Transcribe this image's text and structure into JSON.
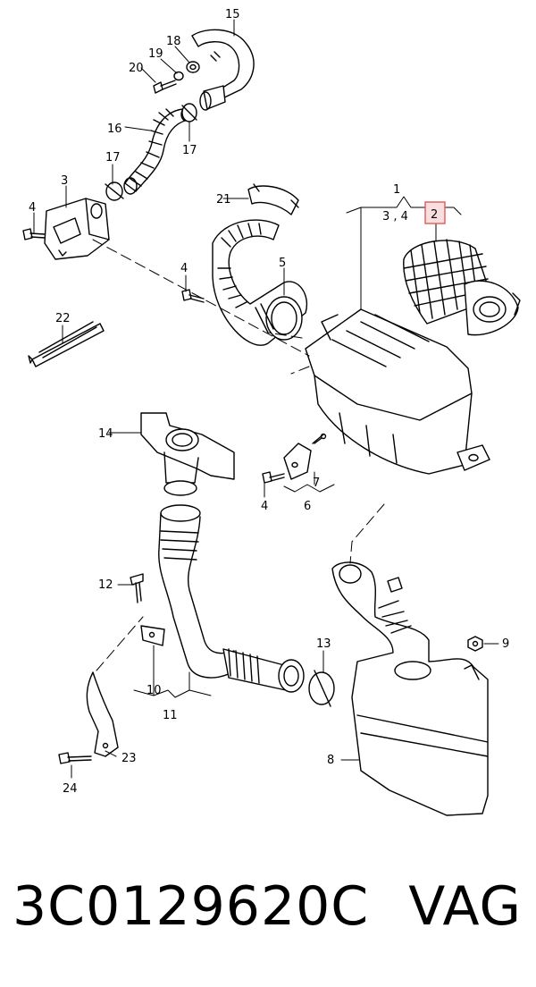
{
  "callouts": {
    "c1": "1",
    "c2": "2",
    "c34": "3 , 4",
    "c3": "3",
    "c4a": "4",
    "c4b": "4",
    "c4c": "4",
    "c5": "5",
    "c6": "6",
    "c7": "7",
    "c8": "8",
    "c9": "9",
    "c10": "10",
    "c11": "11",
    "c12": "12",
    "c13": "13",
    "c14": "14",
    "c15": "15",
    "c16": "16",
    "c17a": "17",
    "c17b": "17",
    "c18": "18",
    "c19": "19",
    "c20": "20",
    "c21": "21",
    "c22": "22",
    "c23": "23",
    "c24": "24"
  },
  "highlight_color": "#e05a5a",
  "footer": {
    "part_number": "3C0129620C",
    "brand": "VAG"
  }
}
